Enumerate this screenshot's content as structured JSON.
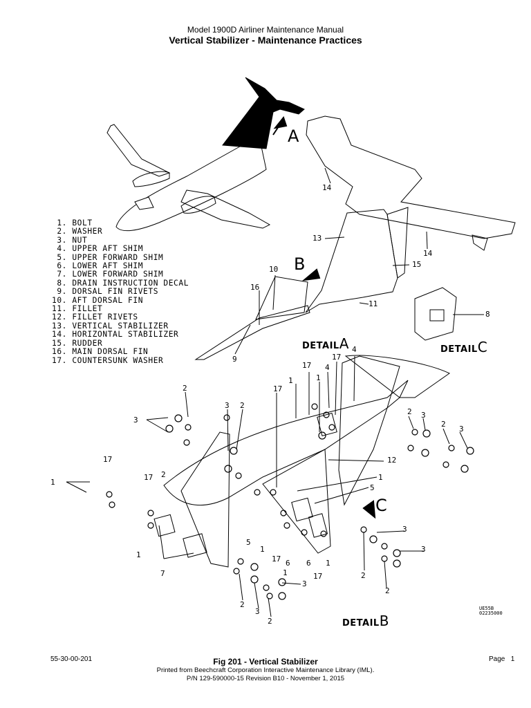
{
  "header": {
    "manual": "Model 1900D Airliner Maintenance Manual",
    "title": "Vertical Stabilizer - Maintenance Practices"
  },
  "legend": [
    " 1. BOLT",
    " 2. WASHER",
    " 3. NUT",
    " 4. UPPER AFT SHIM",
    " 5. UPPER FORWARD SHIM",
    " 6. LOWER AFT SHIM",
    " 7. LOWER FORWARD SHIM",
    " 8. DRAIN INSTRUCTION DECAL",
    " 9. DORSAL FIN RIVETS",
    "10. AFT DORSAL FIN",
    "11. FILLET",
    "12. FILLET RIVETS",
    "13. VERTICAL STABILIZER",
    "14. HORIZONTAL STABILIZER",
    "15. RUDDER",
    "16. MAIN DORSAL FIN",
    "17. COUNTERSUNK WASHER"
  ],
  "views": {
    "a": "A",
    "b": "B",
    "c": "C",
    "detail_word": "DETAIL",
    "detail_a": "A",
    "detail_b": "B",
    "detail_c": "C"
  },
  "callouts": {
    "c14": "14",
    "c13": "13",
    "c15": "15",
    "c16": "16",
    "c10": "10",
    "c11": "11",
    "c9": "9",
    "c8": "8",
    "c1": "1",
    "c2": "2",
    "c3": "3",
    "c4": "4",
    "c5": "5",
    "c6": "6",
    "c7": "7",
    "c12": "12",
    "c17": "17"
  },
  "drawing_ref": [
    "UE55B",
    "02235000"
  ],
  "footer": {
    "code": "55-30-00-201",
    "fig": "Fig 201 - Vertical Stabilizer",
    "printed": "Printed from Beechcraft Corporation Interactive Maintenance Library (IML).",
    "pn": "P/N 129-590000-15 Revision B10 - November 1, 2015",
    "page_label": "Page",
    "page_num": "1"
  }
}
